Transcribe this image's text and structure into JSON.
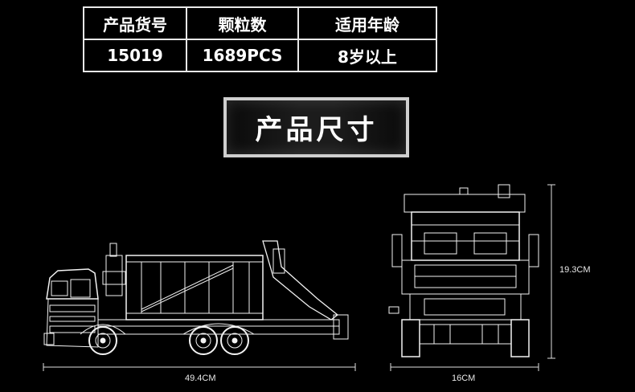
{
  "spec_table": {
    "headers": [
      "产品货号",
      "颗粒数",
      "适用年龄"
    ],
    "values": [
      "15019",
      "1689PCS",
      "8岁以上"
    ]
  },
  "section_title": "产品尺寸",
  "dimensions": {
    "length": "49.4CM",
    "width": "16CM",
    "height": "19.3CM"
  }
}
